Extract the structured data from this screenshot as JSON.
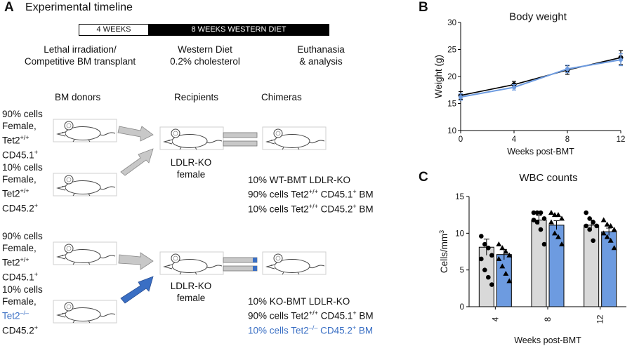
{
  "panel_a": {
    "letter": "A",
    "title": "Experimental timeline",
    "timeline": {
      "bar1": "4 WEEKS",
      "bar2": "8 WEEKS WESTERN DIET"
    },
    "stages": [
      [
        "Lethal irradiation/",
        "Competitive BM transplant"
      ],
      [
        "Western Diet",
        "0.2% cholesterol"
      ],
      [
        "Euthanasia",
        "& analysis"
      ]
    ],
    "columns": {
      "donors": "BM donors",
      "recipients": "Recipients",
      "chimeras": "Chimeras"
    },
    "group1": {
      "donor1": [
        "90% cells",
        "Female,",
        "Tet2",
        "CD45.1"
      ],
      "donor1_sup": [
        "+/+",
        "+"
      ],
      "donor2": [
        "10% cells",
        "Female,",
        "Tet2",
        "CD45.2"
      ],
      "donor2_sup": [
        "+/+",
        "+"
      ],
      "recipient": [
        "LDLR-KO",
        "female"
      ],
      "result": {
        "line1": "10% WT-BMT LDLR-KO",
        "line2a": "90% cells Tet2",
        "line2sup1": "+/+",
        "line2b": " CD45.1",
        "line2sup2": "+",
        "line2c": " BM",
        "line3a": "10% cells Tet2",
        "line3sup1": "+/+",
        "line3b": " CD45.2",
        "line3sup2": "+",
        "line3c": " BM"
      }
    },
    "group2": {
      "donor1": [
        "90% cells",
        "Female,",
        "Tet2",
        "CD45.1"
      ],
      "donor1_sup": [
        "+/+",
        "+"
      ],
      "donor2": [
        "10% cells",
        "Female,",
        "Tet2",
        "CD45.2"
      ],
      "donor2_sup": [
        "–/–",
        "+"
      ],
      "recipient": [
        "LDLR-KO",
        "female"
      ],
      "result": {
        "line1": "10% KO-BMT LDLR-KO",
        "line2a": "90% cells Tet2",
        "line2sup1": "+/+",
        "line2b": " CD45.1",
        "line2sup2": "+",
        "line2c": " BM",
        "line3a": "10% cells Tet2",
        "line3sup1": "–/–",
        "line3b": " CD45.2",
        "line3sup2": "+",
        "line3c": " BM"
      }
    },
    "colors": {
      "blue": "#3a6fc4",
      "gray_arrow": "#c8c8c8"
    }
  },
  "chart_data": [
    {
      "panel": "B",
      "type": "line",
      "title": "Body weight",
      "xlabel": "Weeks post-BMT",
      "ylabel": "Weight (g)",
      "x": [
        0,
        4,
        8,
        12
      ],
      "xticks": [
        "0",
        "4",
        "8",
        "12"
      ],
      "yticks": [
        "10",
        "15",
        "20",
        "25",
        "30"
      ],
      "xlim": [
        0,
        12
      ],
      "ylim": [
        10,
        30
      ],
      "series": [
        {
          "values": [
            16.5,
            18.5,
            21.2,
            23.5
          ],
          "errors": [
            0.7,
            0.6,
            0.8,
            1.3
          ],
          "color": "#000000"
        },
        {
          "values": [
            16.2,
            18.0,
            21.4,
            23.1
          ],
          "errors": [
            0.6,
            0.5,
            0.7,
            1.1
          ],
          "color": "#6d9be0"
        }
      ]
    },
    {
      "panel": "C",
      "type": "bar",
      "title": "WBC counts",
      "xlabel": "Weeks post-BMT",
      "ylabel": "Cells/mm",
      "ylabel_sup": "3",
      "categories": [
        "4",
        "8",
        "12"
      ],
      "yticks": [
        "0",
        "5",
        "10",
        "15"
      ],
      "ylim": [
        0,
        15
      ],
      "series": [
        {
          "values": [
            8.1,
            11.8,
            11.1
          ],
          "errors": [
            1.1,
            0.6,
            0.7
          ],
          "color": "#d9d9d9",
          "marker": "circle",
          "points": [
            [
              9.6,
              8.5,
              8.0,
              7.0,
              6.5,
              5.0,
              4.0,
              3.0
            ],
            [
              12.8,
              12.8,
              12.8,
              12.0,
              11.8,
              11.5,
              10.5,
              8.5
            ],
            [
              12.8,
              12.0,
              11.5,
              11.0,
              11.0,
              10.5,
              9.0
            ]
          ]
        },
        {
          "values": [
            7.1,
            11.1,
            10.2
          ],
          "errors": [
            0.7,
            0.6,
            0.5
          ],
          "color": "#6d9be0",
          "marker": "triangle",
          "points": [
            [
              8.5,
              8.0,
              7.5,
              7.0,
              6.5,
              5.5,
              4.5,
              3.5
            ],
            [
              12.8,
              12.5,
              12.5,
              12.0,
              11.5,
              10.0,
              9.5,
              8.5
            ],
            [
              11.8,
              11.2,
              11.0,
              10.5,
              10.0,
              9.5,
              9.0,
              8.0
            ]
          ]
        }
      ]
    }
  ]
}
